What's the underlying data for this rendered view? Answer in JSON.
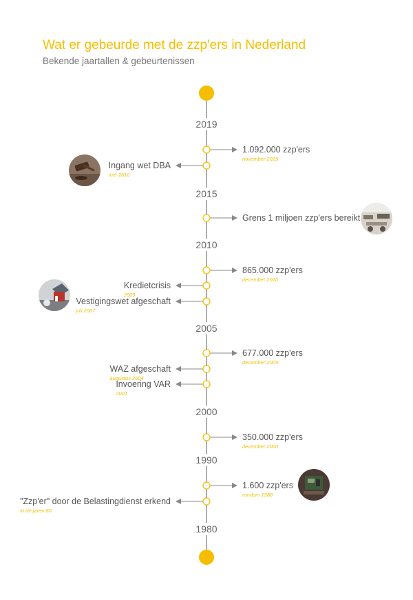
{
  "title": "Wat er gebeurde met de zzp'ers in Nederland",
  "subtitle": "Bekende jaartallen & gebeurtenissen",
  "colors": {
    "accent": "#f5be00",
    "line": "#888888",
    "text": "#555555"
  },
  "years": [
    "2019",
    "2015",
    "2010",
    "2005",
    "2000",
    "1990",
    "1980"
  ],
  "events": [
    {
      "label": "1.092.000 zzp'ers",
      "date": "november 2019",
      "side": "right"
    },
    {
      "label": "Ingang wet DBA",
      "date": "mei 2016",
      "side": "left",
      "photo": "gavel-photo"
    },
    {
      "label": "Grens 1 miljoen zzp'ers bereikt",
      "date": "",
      "side": "right",
      "photo": "office-photo"
    },
    {
      "label": "865.000 zzp'ers",
      "date": "december 2010",
      "side": "right"
    },
    {
      "label": "Kredietcrisis",
      "date": "2009",
      "side": "left"
    },
    {
      "label": "Vestigingswet afgeschaft",
      "date": "juli 2007",
      "side": "left",
      "photo": "house-model-photo"
    },
    {
      "label": "677.000 zzp'ers",
      "date": "december 2005",
      "side": "right"
    },
    {
      "label": "WAZ afgeschaft",
      "date": "augustus 2004",
      "side": "left"
    },
    {
      "label": "Invoering VAR",
      "date": "2001",
      "side": "left"
    },
    {
      "label": "350.000 zzp'ers",
      "date": "december 2000",
      "side": "right"
    },
    {
      "label": "1.600 zzp'ers",
      "date": "rondom 1988",
      "side": "right",
      "photo": "computer-photo"
    },
    {
      "label": "\"Zzp'er\" door de Belastingdienst erkend",
      "date": "In de jaren 80",
      "side": "left"
    }
  ]
}
